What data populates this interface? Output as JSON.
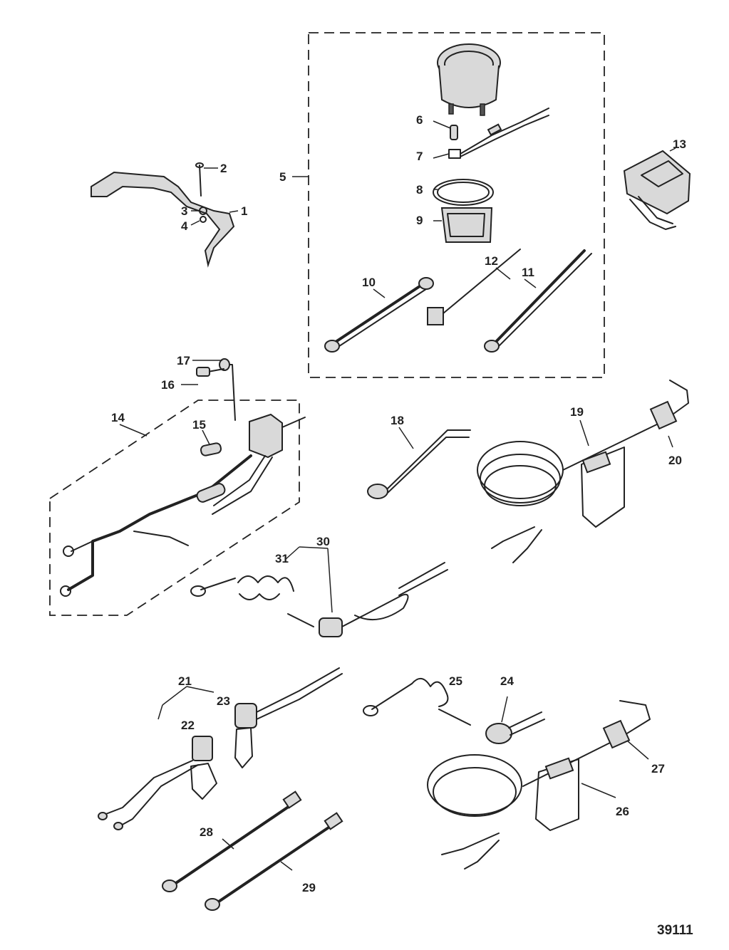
{
  "figure_number": "39111",
  "callouts": {
    "c1": "1",
    "c2": "2",
    "c3": "3",
    "c4": "4",
    "c5": "5",
    "c6": "6",
    "c7": "7",
    "c8": "8",
    "c9": "9",
    "c10": "10",
    "c11": "11",
    "c12": "12",
    "c13": "13",
    "c14": "14",
    "c15": "15",
    "c16": "16",
    "c17": "17",
    "c18": "18",
    "c19": "19",
    "c20": "20",
    "c21": "21",
    "c22": "22",
    "c23": "23",
    "c24": "24",
    "c25": "25",
    "c26": "26",
    "c27": "27",
    "c28": "28",
    "c29": "29",
    "c30": "30",
    "c31": "31"
  }
}
